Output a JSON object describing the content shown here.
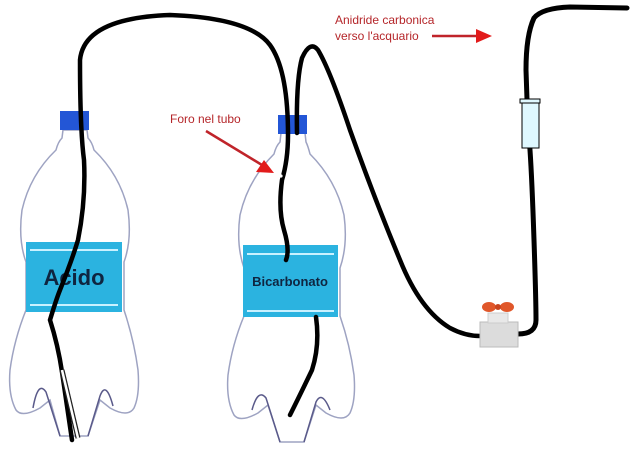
{
  "diagram": {
    "title": "Impianto CO2 fai-da-te per acquario",
    "bottles": [
      {
        "id": "acid",
        "label": "Acido"
      },
      {
        "id": "bicarbonate",
        "label": "Bicarbonato"
      }
    ],
    "annotations": {
      "hole": "Foro nel tubo",
      "co2_line1": "Anidride carbonica",
      "co2_line2": "verso l'acquario"
    },
    "components": {
      "caps": "blue-bottle-caps",
      "valve": "valve-with-red-handle",
      "check_valve": "inline-check-valve"
    },
    "colors": {
      "label_band": "#2bb3e0",
      "label_text": "#0f2540",
      "cap": "#2356d6",
      "tube": "#000000",
      "annotation": "#b5262a",
      "valve_handle": "#e0572a",
      "check_valve_body": "#dff8ff",
      "bottle_outline": "#9ea3c2"
    }
  }
}
